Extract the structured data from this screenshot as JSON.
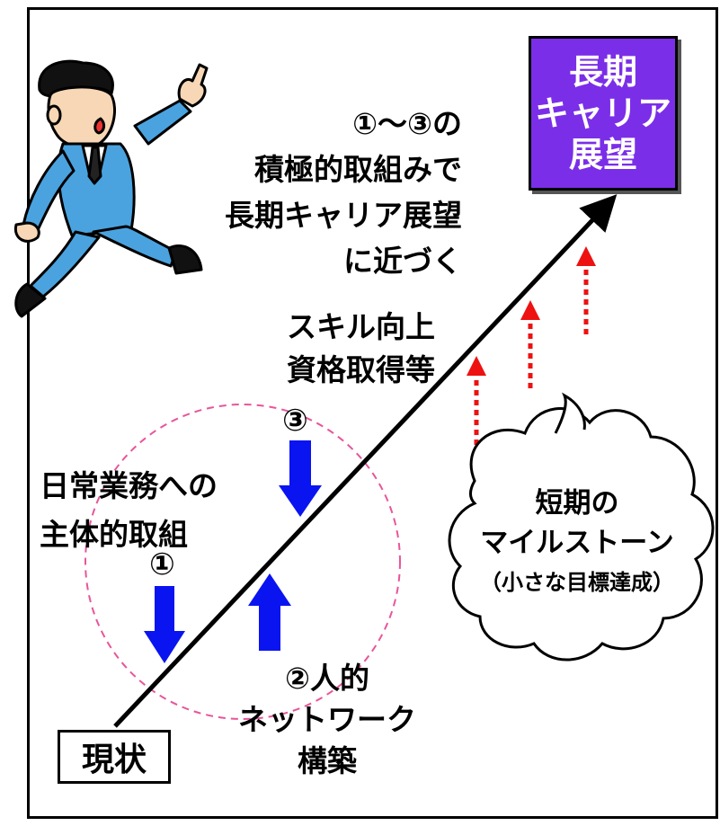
{
  "goal": {
    "line1": "長期",
    "line2": "キャリア",
    "line3": "展望"
  },
  "start": {
    "label": "現状"
  },
  "message": {
    "line1": "①～③の",
    "line2": "積極的取組みで",
    "line3": "長期キャリア展望",
    "line4": "に近づく"
  },
  "skill": {
    "line1": "スキル向上",
    "line2": "資格取得等",
    "marker": "③"
  },
  "daily": {
    "line1": "日常業務への",
    "line2": "主体的取組",
    "marker": "①"
  },
  "network": {
    "line1": "②人的",
    "line2": "ネットワーク",
    "line3": "構築"
  },
  "milestone": {
    "line1": "短期の",
    "line2": "マイルストーン",
    "line3": "（小さな目標達成）"
  },
  "colors": {
    "goal_fill": "#7b2ee8",
    "arrow_blue": "#0a14f0",
    "arrow_red": "#ee1111",
    "circle_pink": "#e8559a"
  }
}
